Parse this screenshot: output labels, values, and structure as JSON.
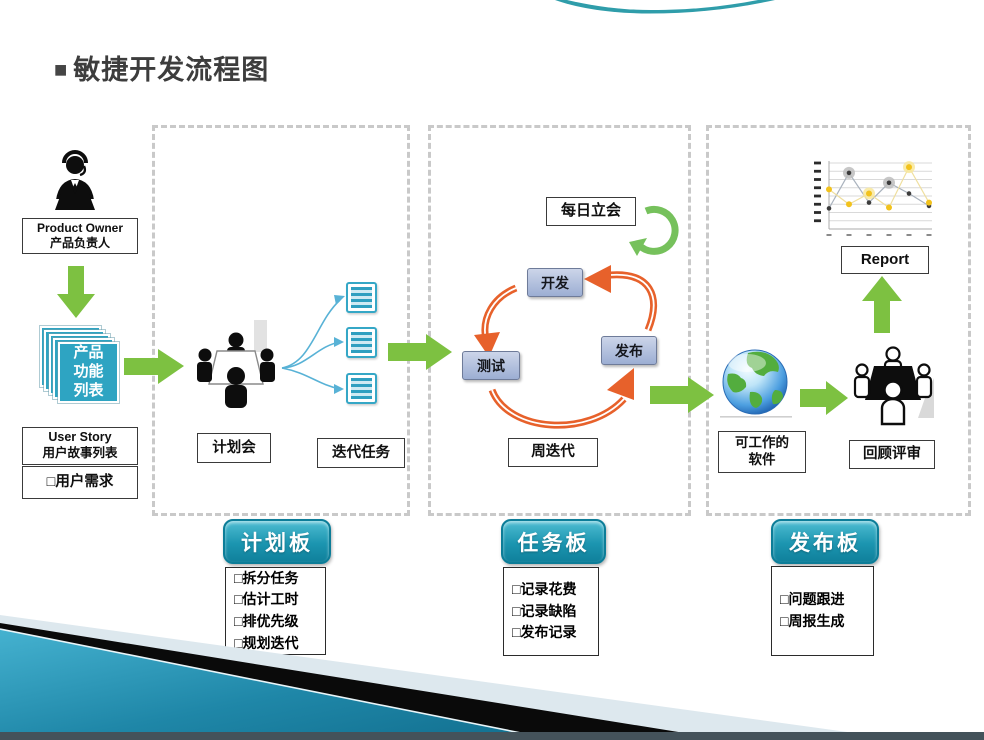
{
  "slide": {
    "title_bullet": "■",
    "title": "敏捷开发流程图"
  },
  "left_flow": {
    "role_en": "Product Owner",
    "role_cn": "产品负责人",
    "backlog_lines": [
      "产品",
      "功能",
      "列表"
    ],
    "userstory_en": "User Story",
    "userstory_cn": "用户故事列表",
    "requirement": "□用户需求"
  },
  "planning_panel": {
    "meeting_label": "计划会",
    "tasks_label": "迭代任务"
  },
  "iteration_panel": {
    "standup_label": "每日立会",
    "develop_label": "开发",
    "release_label": "发布",
    "test_label": "测试",
    "weekly_label": "周迭代"
  },
  "release_panel": {
    "report_label": "Report",
    "software_line1": "可工作的",
    "software_line2": "软件",
    "review_label": "回顾评审"
  },
  "boards": [
    {
      "title": "计划板",
      "items": [
        "□拆分任务",
        "□估计工时",
        "□排优先级",
        "□规划迭代"
      ]
    },
    {
      "title": "任务板",
      "items": [
        "□记录花费",
        "□记录缺陷",
        "□发布记录"
      ]
    },
    {
      "title": "发布板",
      "items": [
        "□问题跟进",
        "□周报生成"
      ]
    }
  ],
  "chart_data": {
    "type": "line",
    "title": "",
    "xlabel": "",
    "ylabel": "",
    "categories": [
      "",
      "",
      "",
      "",
      "",
      ""
    ],
    "ylim": [
      0,
      8
    ],
    "grid": true,
    "legend": false,
    "series": [
      {
        "name": "dark-series",
        "color": "#3c3c3c",
        "line_color": "#a9b2bd",
        "values": [
          2.5,
          6.8,
          3.2,
          5.6,
          4.3,
          2.8
        ],
        "highlight_indices": [
          1,
          3
        ],
        "highlight_color": "#bdbdbd"
      },
      {
        "name": "yellow-series",
        "color": "#f2c21c",
        "line_color": "#efdf9f",
        "values": [
          4.8,
          3.0,
          4.3,
          2.6,
          7.5,
          3.2
        ],
        "highlight_indices": [
          2,
          4
        ],
        "highlight_color": "#f8e79b"
      }
    ]
  },
  "colors": {
    "accent_green": "#7dc141",
    "accent_orange": "#e7612b",
    "teal_card": "#2ea4c2",
    "teal_button": "#1c95b0",
    "node_blue": "#aebbd8",
    "dashed_border": "#c9c9c9",
    "cyan_connector": "#58b2d6",
    "loop_green": "#76c15c",
    "footer_teal": "#2b8cab",
    "footer_light": "#dde8ee",
    "footer_black": "#0a0a0a",
    "footer_bar": "#44525a"
  }
}
